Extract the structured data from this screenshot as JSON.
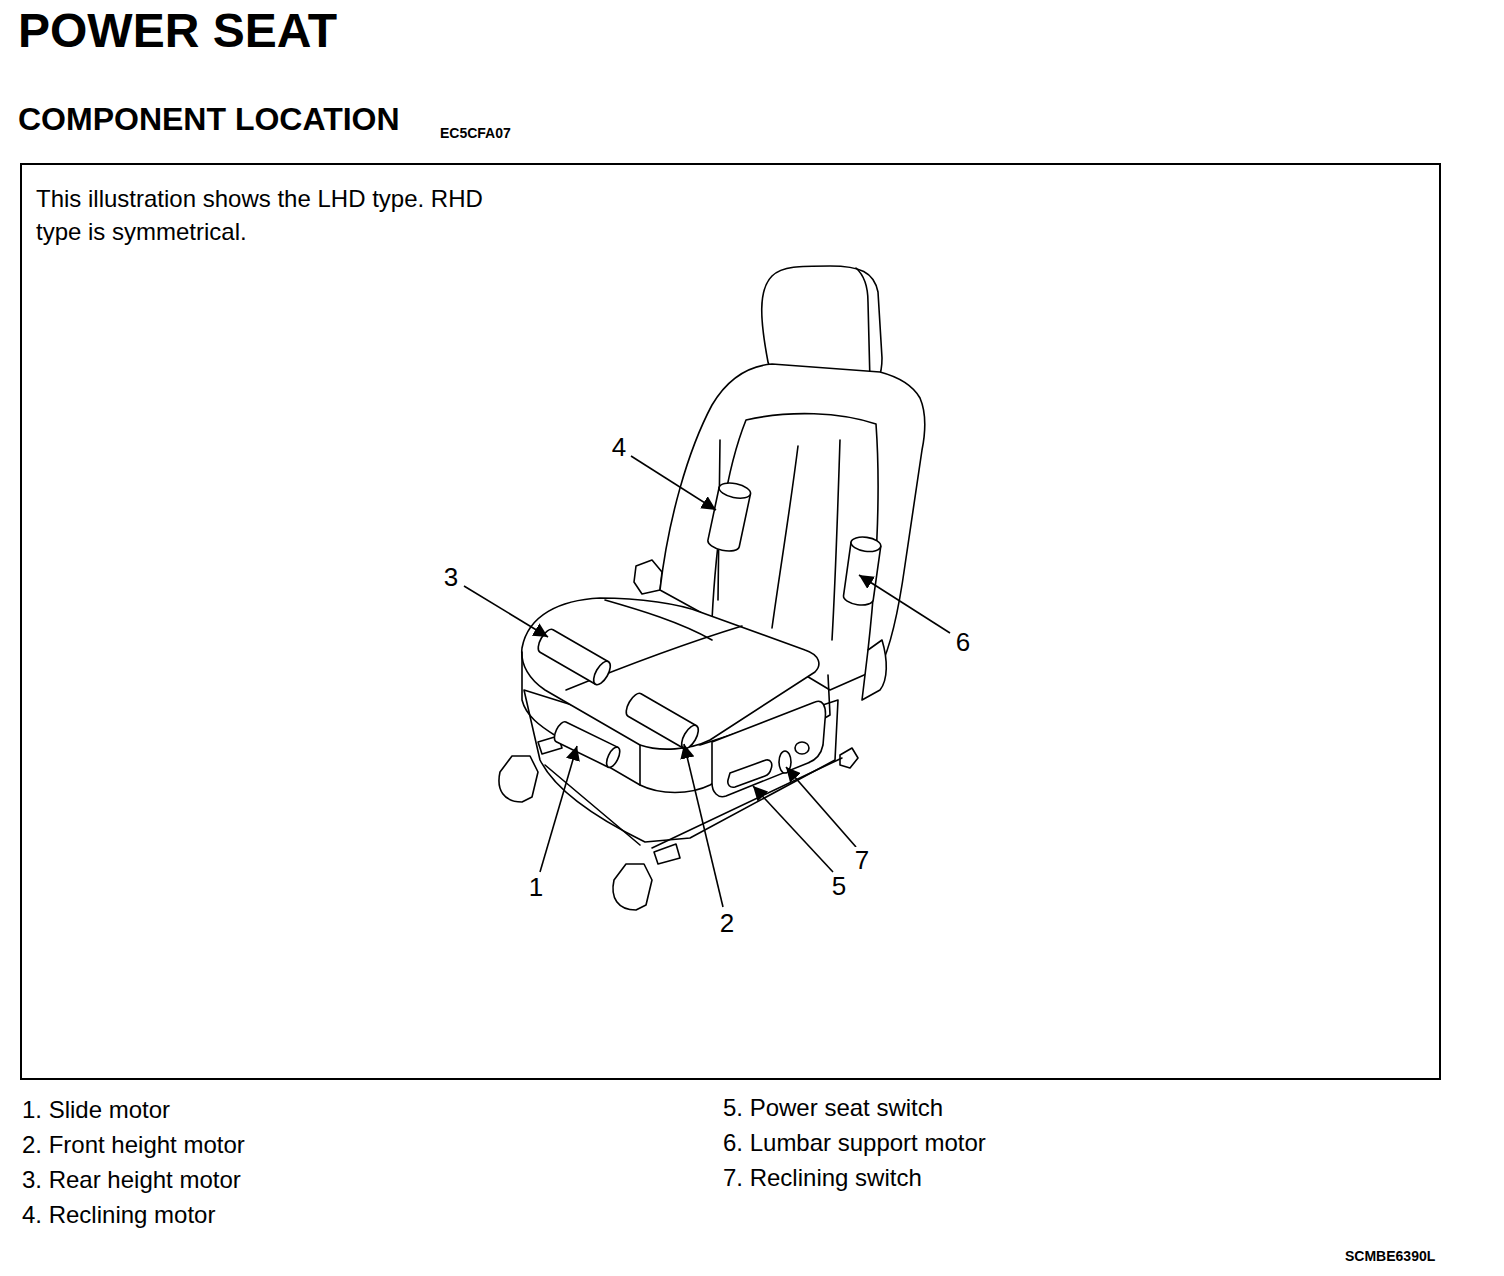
{
  "diagram": {
    "title": "POWER SEAT",
    "nodes": [
      {
        "text": [
          "This illustration shows the LHD type. RHD type is symmetrical."
        ]
      }
    ],
    "labels": [
      "COMPONENT LOCATION",
      "EC5CFA07",
      "4",
      "3",
      "6",
      "1",
      "2",
      "7",
      "5",
      "1. Slide motor",
      "2. Front height motor",
      "3. Rear height motor",
      "4. Reclining motor",
      "5. Power seat switch",
      "6. Lumbar support motor",
      "7. Reclining switch",
      "SCMBE6390L"
    ]
  }
}
